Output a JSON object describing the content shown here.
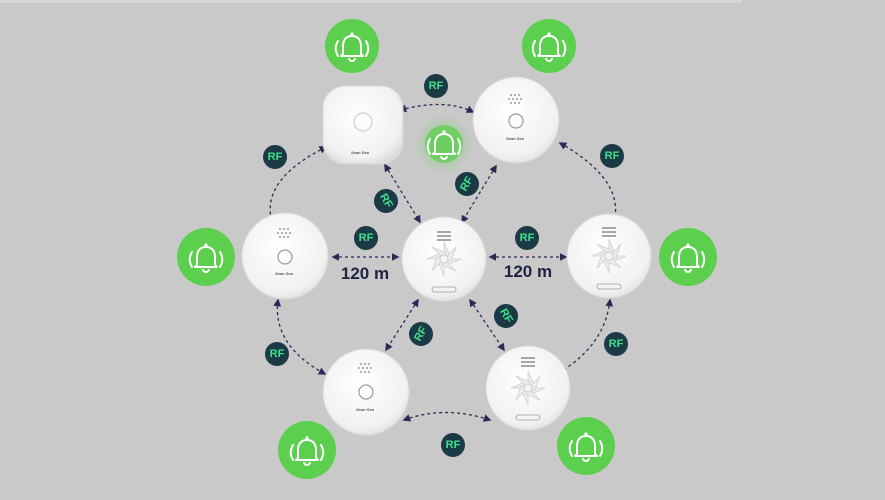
{
  "brand": "Sean Sea",
  "rf_label": "RF",
  "distance_left": "120 m",
  "distance_right": "120 m",
  "colors": {
    "background": "#c9c9c9",
    "alarm_green": "#5ccf4e",
    "rf_badge": "#1b3a45",
    "rf_text": "#40e08a",
    "link_line": "#2a2a55"
  },
  "icons": {
    "alarm": "ringing-bell-icon",
    "detector_smoke": "smoke-detector-icon",
    "detector_heat": "heat-detector-icon",
    "detector_square": "square-detector-icon"
  },
  "nodes": [
    {
      "id": "square-top-left",
      "kind": "square",
      "alarm": true
    },
    {
      "id": "smoke-top-right",
      "kind": "smoke",
      "alarm": true
    },
    {
      "id": "smoke-middle-left",
      "kind": "smoke",
      "alarm": true
    },
    {
      "id": "heat-center",
      "kind": "heat",
      "alarm": false
    },
    {
      "id": "heat-middle-right",
      "kind": "heat",
      "alarm": true
    },
    {
      "id": "smoke-bottom-left",
      "kind": "smoke",
      "alarm": true
    },
    {
      "id": "heat-bottom-right",
      "kind": "heat",
      "alarm": true
    }
  ]
}
